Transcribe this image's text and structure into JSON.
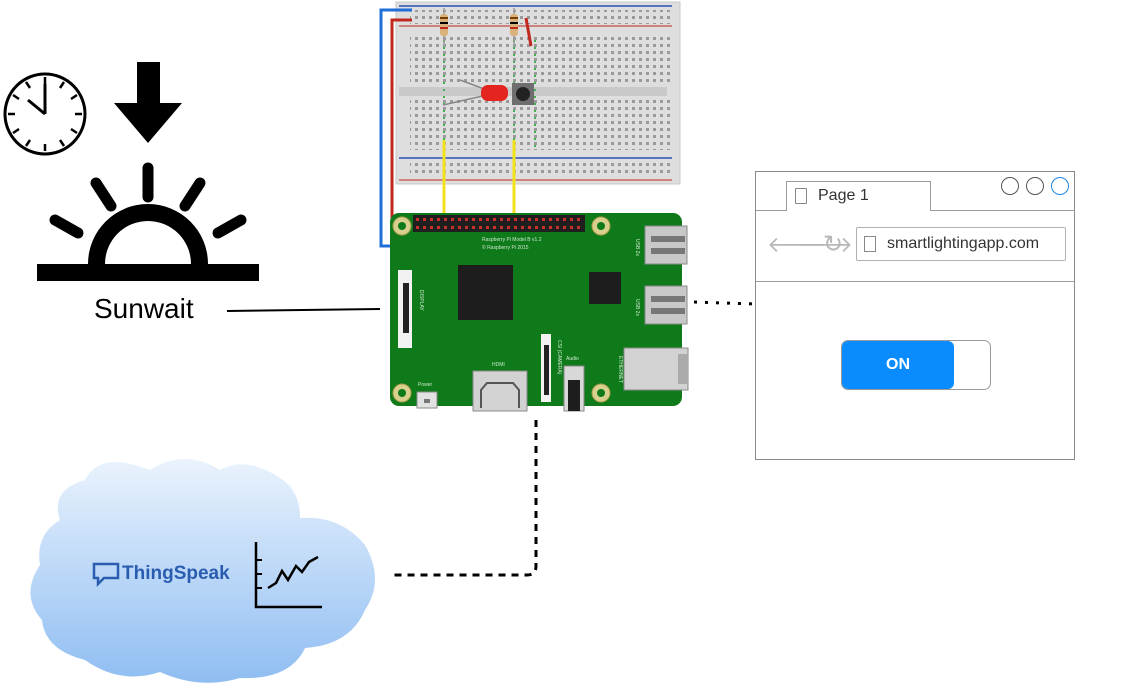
{
  "sunwait": {
    "label": "Sunwait"
  },
  "thingspeak": {
    "brand": "ThingSpeak"
  },
  "browser": {
    "tab_title": "Page 1",
    "url": "smartlightingapp.com",
    "toggle_label": "ON",
    "toggle_state": "on"
  },
  "raspberry_pi": {
    "port_labels": [
      "USB 2x",
      "USB 2x",
      "ETHERNET",
      "HDMI",
      "Audio",
      "Power",
      "DISPLAY",
      "CSI (CAMERA)"
    ],
    "board_text": "Raspberry Pi Model B v1.2",
    "board_subtext": "© Raspberry Pi 2015"
  },
  "colors": {
    "pcb": "#0e7a1a",
    "toggle_on": "#0a8cff",
    "thingspeak_blue": "#2a5db0",
    "wire_blue": "#1e6fd9",
    "wire_red": "#c0281e",
    "wire_yellow": "#f2e21b",
    "led_red": "#e3241f"
  },
  "icons": [
    "clock-icon",
    "down-arrow-icon",
    "sunrise-icon",
    "chat-bubble-icon",
    "line-graph-icon",
    "document-icon",
    "back-arrow-icon",
    "forward-arrow-icon",
    "reload-icon"
  ]
}
